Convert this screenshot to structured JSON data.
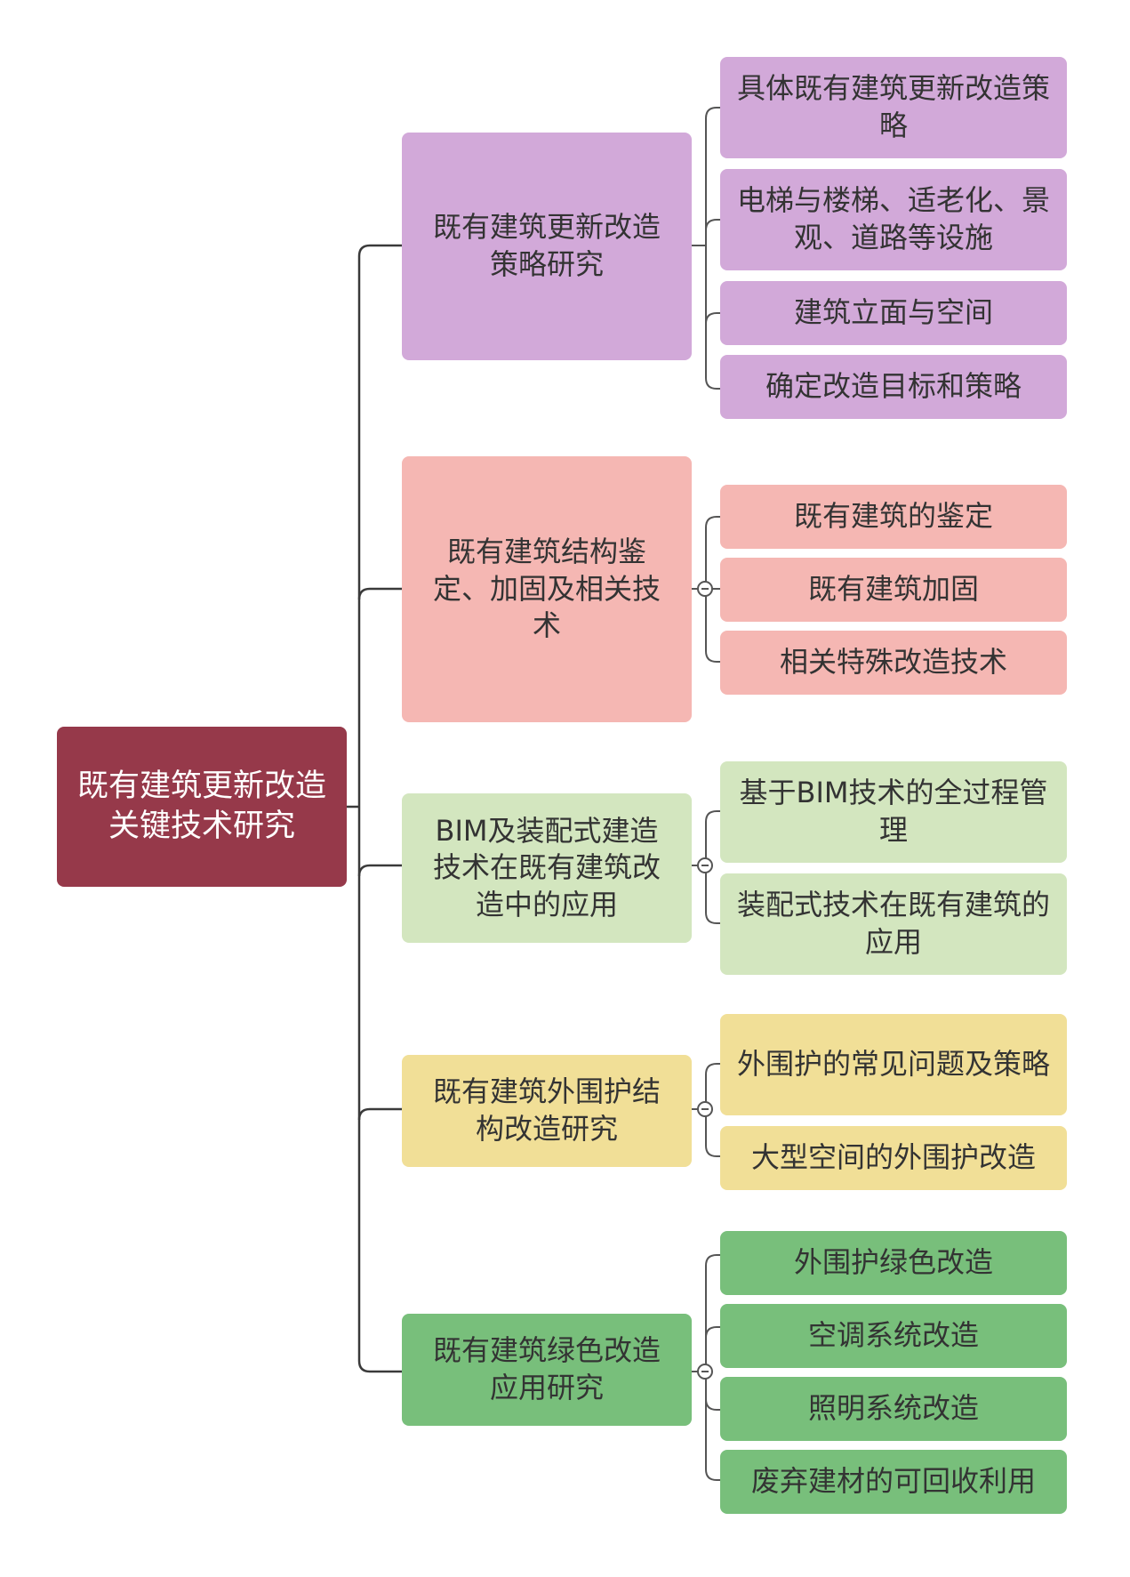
{
  "root": {
    "label": "既有建筑更新改造关键技术研究",
    "color": "#96394a"
  },
  "branches": [
    {
      "label": "既有建筑更新改造策略研究",
      "color": "#d2a9d9",
      "children": [
        "具体既有建筑更新改造策略",
        "电梯与楼梯、适老化、景观、道路等设施",
        "建筑立面与空间",
        "确定改造目标和策略"
      ]
    },
    {
      "label": "既有建筑结构鉴定、加固及相关技术",
      "color": "#f5b7b3",
      "children": [
        "既有建筑的鉴定",
        "既有建筑加固",
        "相关特殊改造技术"
      ]
    },
    {
      "label": "BIM及装配式建造技术在既有建筑改造中的应用",
      "color": "#d3e6bf",
      "children": [
        "基于BIM技术的全过程管理",
        "装配式技术在既有建筑的应用"
      ]
    },
    {
      "label": "既有建筑外围护结构改造研究",
      "color": "#f1df97",
      "children": [
        "外围护的常见问题及策略",
        "大型空间的外围护改造"
      ]
    },
    {
      "label": "既有建筑绿色改造应用研究",
      "color": "#78bf7b",
      "children": [
        "外围护绿色改造",
        "空调系统改造",
        "照明系统改造",
        "废弃建材的可回收利用"
      ]
    }
  ]
}
